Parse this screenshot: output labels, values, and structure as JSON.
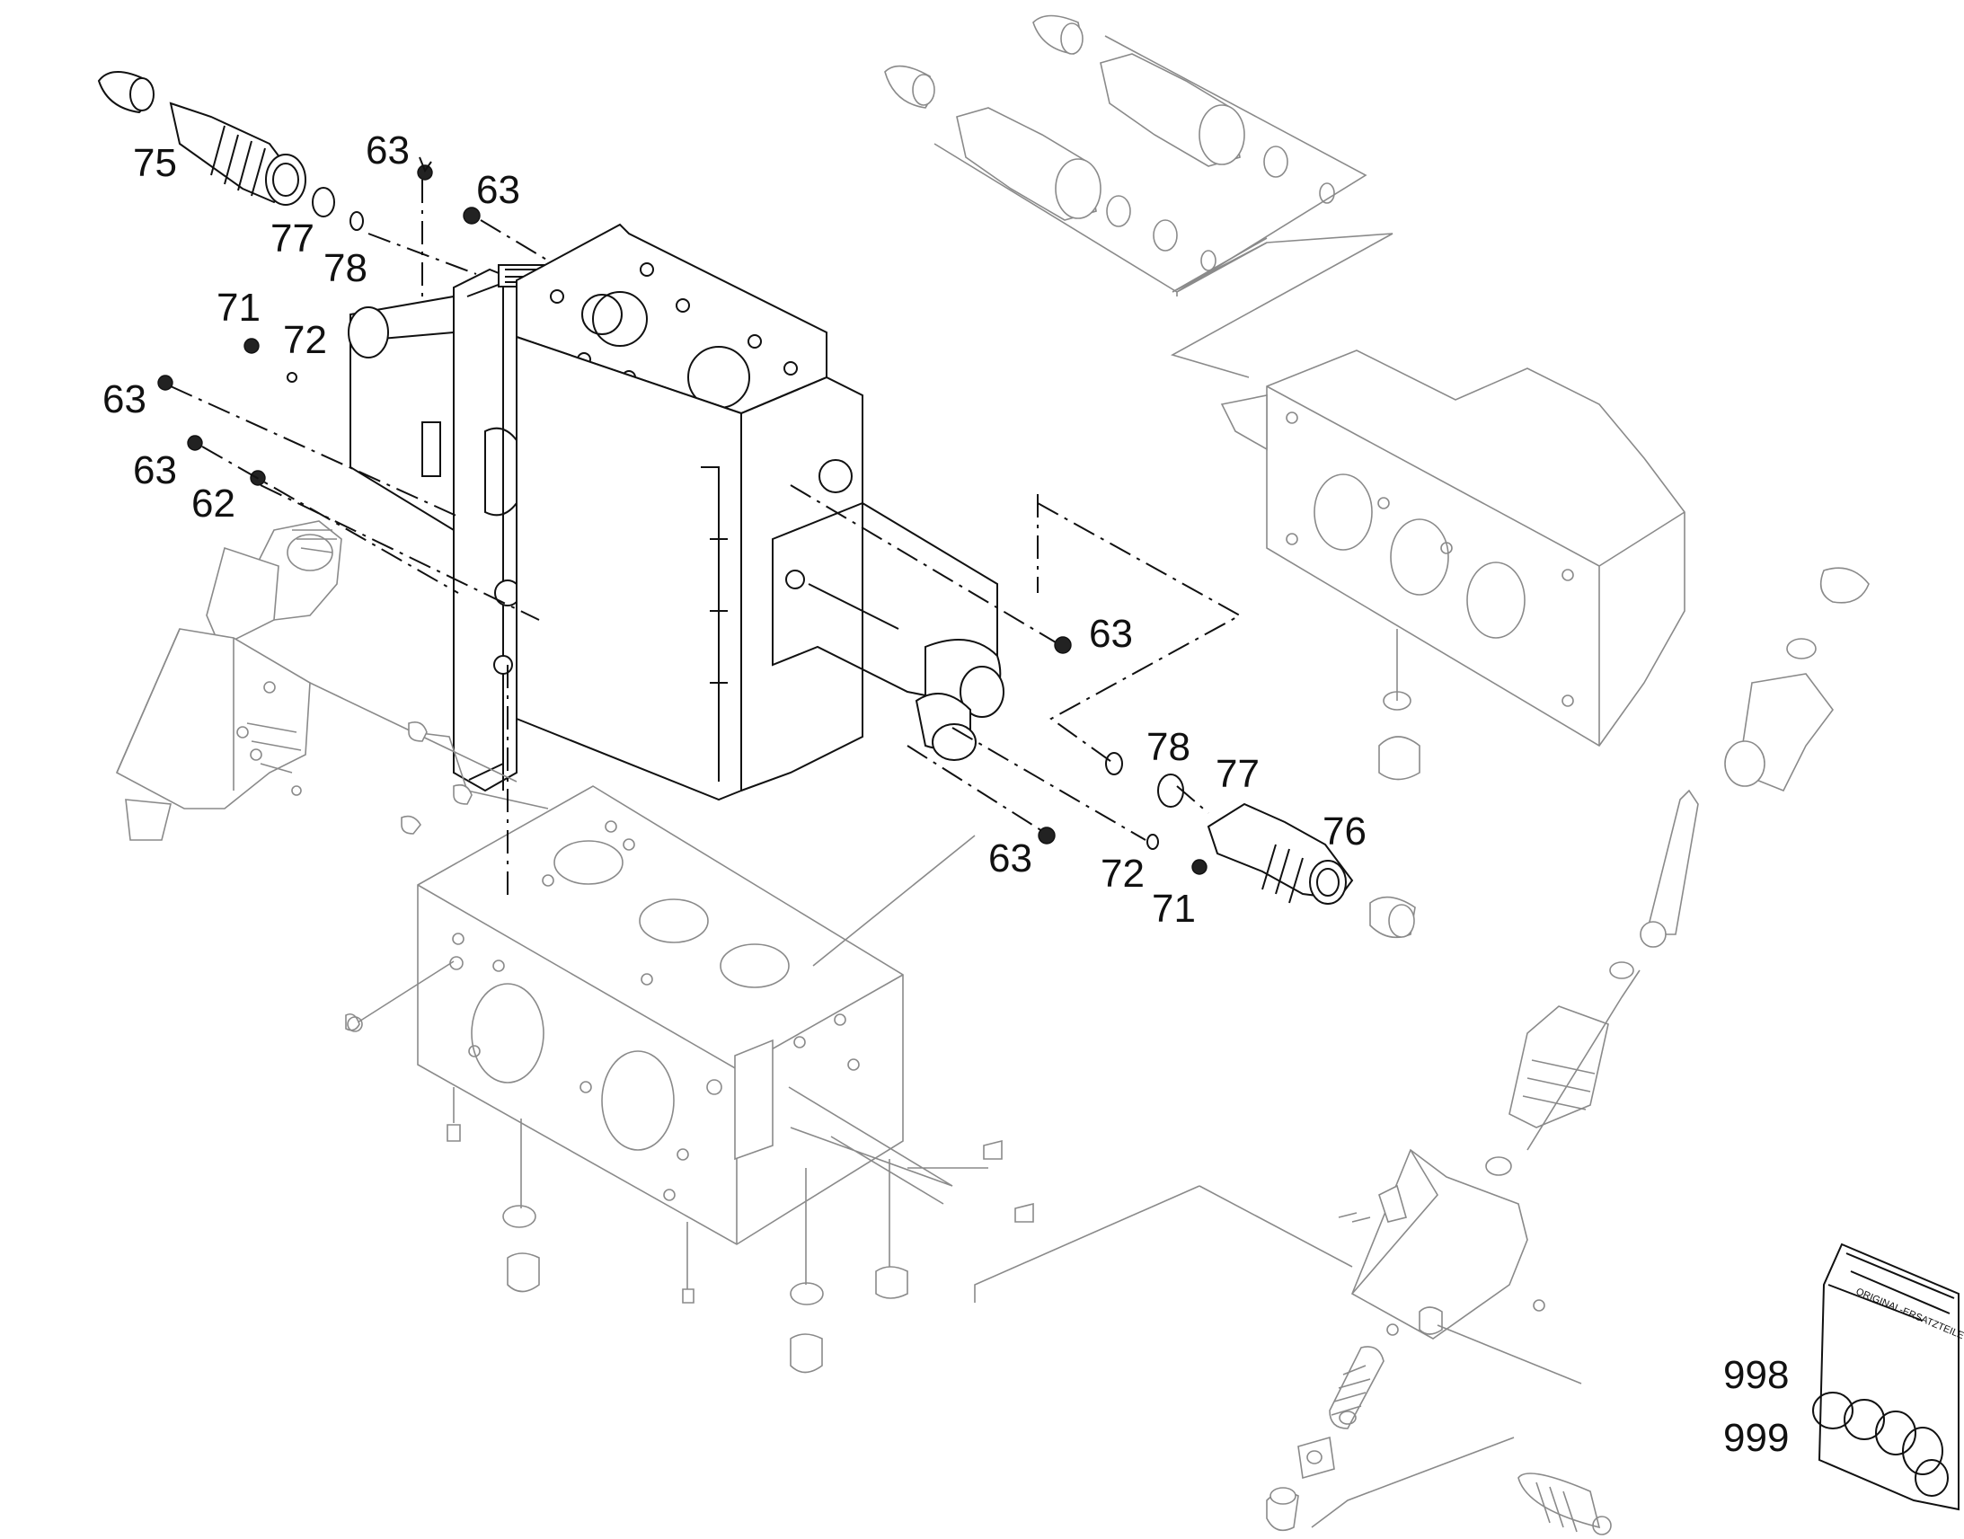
{
  "diagram": {
    "callouts": [
      {
        "id": "c-75-top",
        "text": "75"
      },
      {
        "id": "c-63-top-a",
        "text": "63"
      },
      {
        "id": "c-63-top-b",
        "text": "63"
      },
      {
        "id": "c-77-top",
        "text": "77"
      },
      {
        "id": "c-78-top",
        "text": "78"
      },
      {
        "id": "c-71-top",
        "text": "71"
      },
      {
        "id": "c-72-top",
        "text": "72"
      },
      {
        "id": "c-63-left-a",
        "text": "63"
      },
      {
        "id": "c-63-left-b",
        "text": "63"
      },
      {
        "id": "c-62",
        "text": "62"
      },
      {
        "id": "c-63-right",
        "text": "63"
      },
      {
        "id": "c-78-bottom",
        "text": "78"
      },
      {
        "id": "c-77-bottom",
        "text": "77"
      },
      {
        "id": "c-76",
        "text": "76"
      },
      {
        "id": "c-63-bottom",
        "text": "63"
      },
      {
        "id": "c-72-bottom",
        "text": "72"
      },
      {
        "id": "c-71-bottom",
        "text": "71"
      },
      {
        "id": "c-998",
        "text": "998"
      },
      {
        "id": "c-999",
        "text": "999"
      }
    ],
    "bag_label": "ORIGINAL-ERSATZTEILE"
  }
}
